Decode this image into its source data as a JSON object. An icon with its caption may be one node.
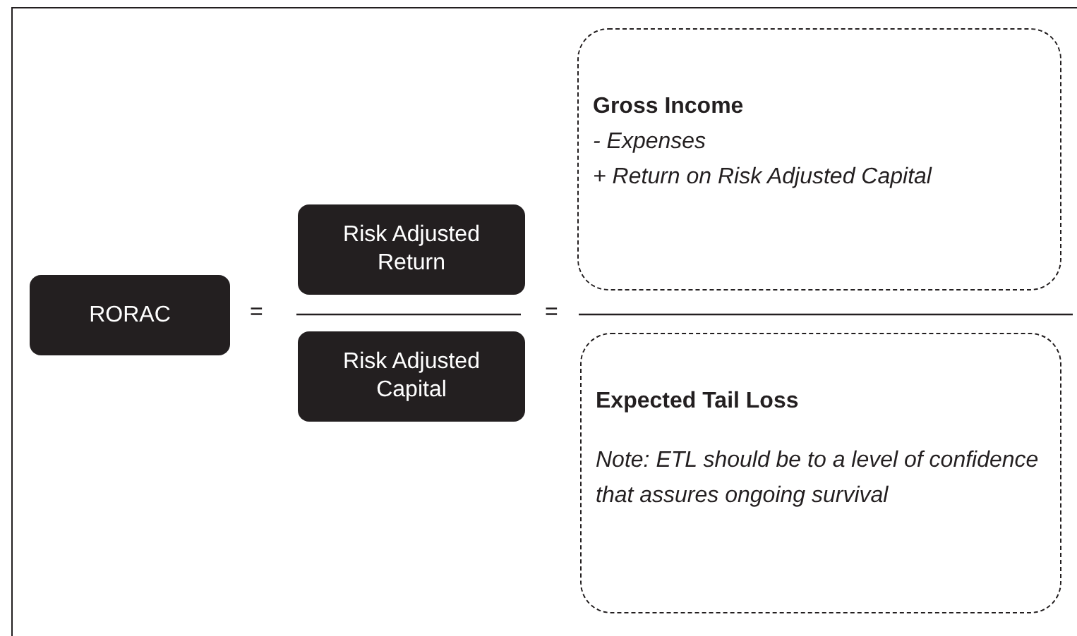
{
  "diagram": {
    "nodes": [
      {
        "text": [
          "RORAC"
        ]
      },
      {
        "text": [
          "Risk Adjusted Return"
        ]
      },
      {
        "text": [
          "Risk Adjusted Capital"
        ]
      },
      {
        "text": [
          "Gross Income",
          "- Expenses",
          "+ Return on Risk Adjusted Capital"
        ]
      },
      {
        "text": [
          "Expected Tail Loss",
          "Note: ETL should be to a level of confidence that assures ongoing survival"
        ]
      }
    ],
    "edges": [],
    "labels": [
      "=",
      "="
    ]
  }
}
